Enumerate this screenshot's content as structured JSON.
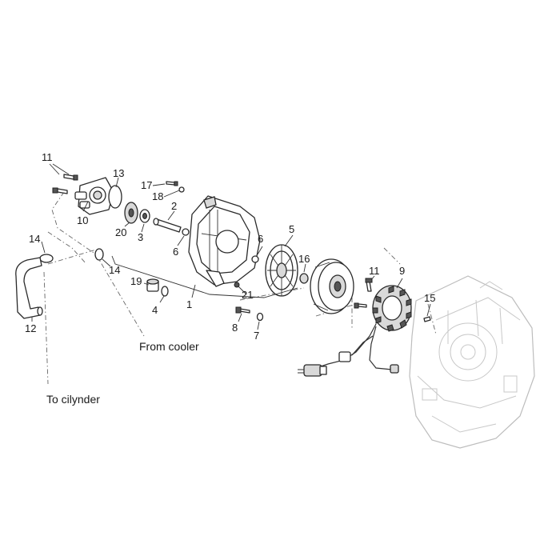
{
  "diagram": {
    "callouts": [
      "11",
      "13",
      "17",
      "18",
      "2",
      "10",
      "20",
      "3",
      "6",
      "5",
      "14",
      "16",
      "11",
      "9",
      "15",
      "19",
      "4",
      "1",
      "21",
      "8",
      "7",
      "12",
      "6",
      "14"
    ],
    "notes": {
      "from_cooler": "From cooler",
      "to_cylinder": "To cilynder"
    }
  }
}
